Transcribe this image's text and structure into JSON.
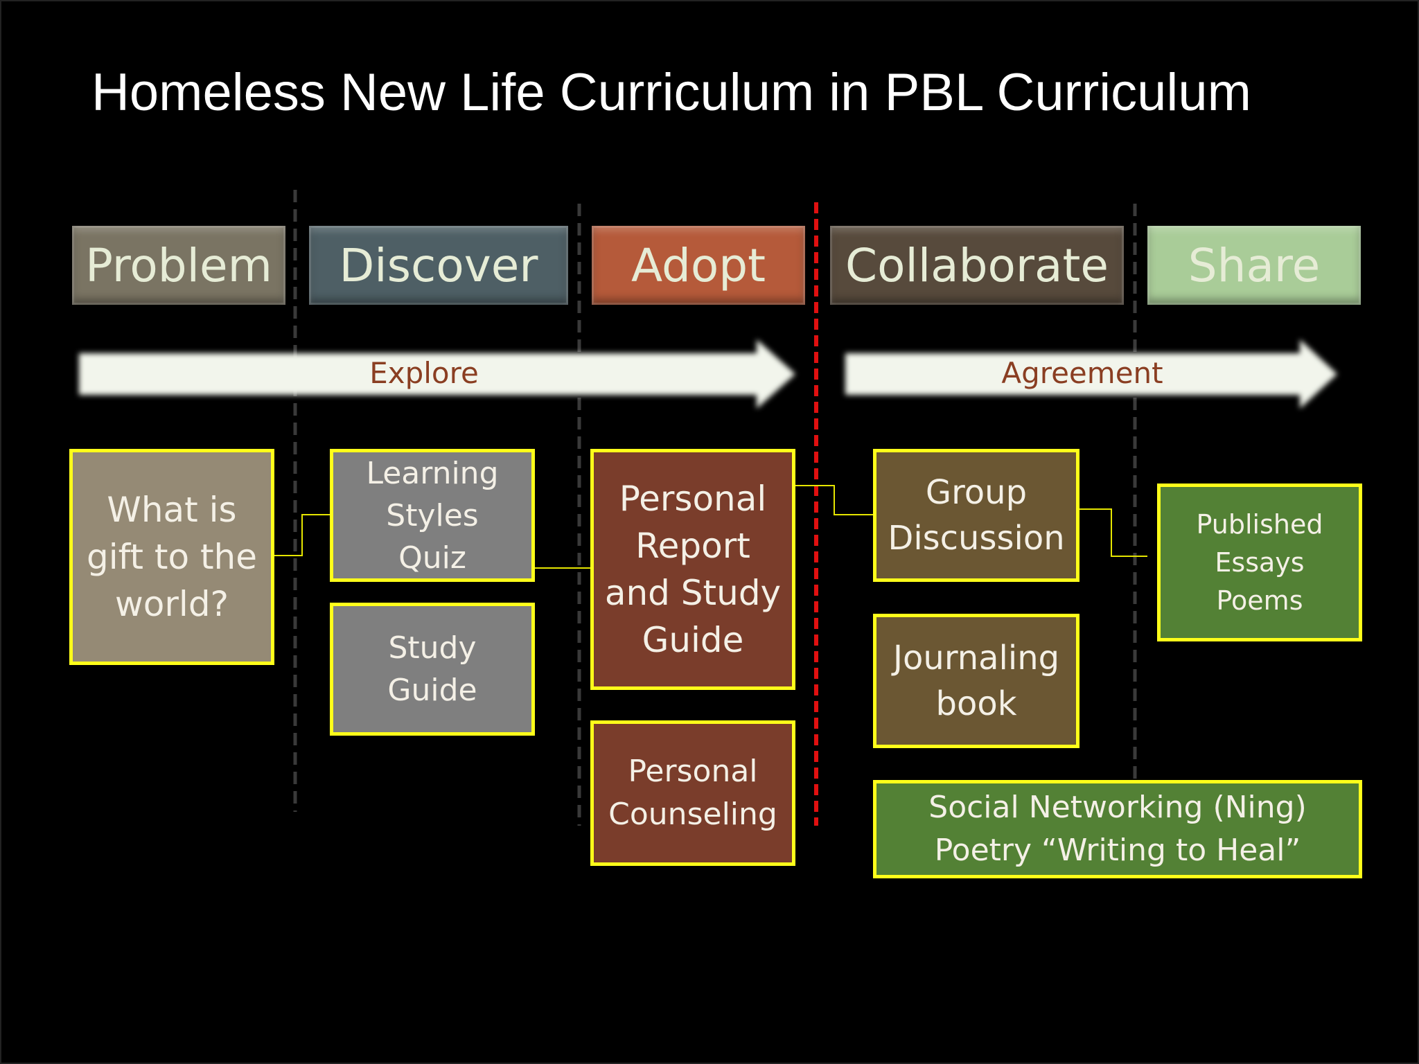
{
  "title": "Homeless New Life Curriculum in PBL Curriculum",
  "stages": {
    "problem": "Problem",
    "discover": "Discover",
    "adopt": "Adopt",
    "collaborate": "Collaborate",
    "share": "Share"
  },
  "arrows": {
    "explore": "Explore",
    "agreement": "Agreement"
  },
  "boxes": {
    "gift": "What is\ngift to the\nworld?",
    "learning_quiz": "Learning\nStyles\nQuiz",
    "study_guide": "Study\nGuide",
    "personal_report": "Personal\nReport\nand Study\nGuide",
    "personal_counseling": "Personal\nCounseling",
    "group_discussion": "Group\nDiscussion",
    "journaling": "Journaling\nbook",
    "published": "Published\nEssays\nPoems",
    "social": "Social  Networking (Ning)\nPoetry “Writing to Heal”"
  },
  "colors": {
    "background": "#000000",
    "box_border": "#ffff1a",
    "problem": "#7a7463",
    "discover": "#4e5f65",
    "adopt": "#b55a3a",
    "collaborate": "#574a3c",
    "share": "#a9cc98",
    "arrow_fill": "#f2f5ec",
    "arrow_text": "#8a3e22",
    "divider_red": "#e01010"
  }
}
